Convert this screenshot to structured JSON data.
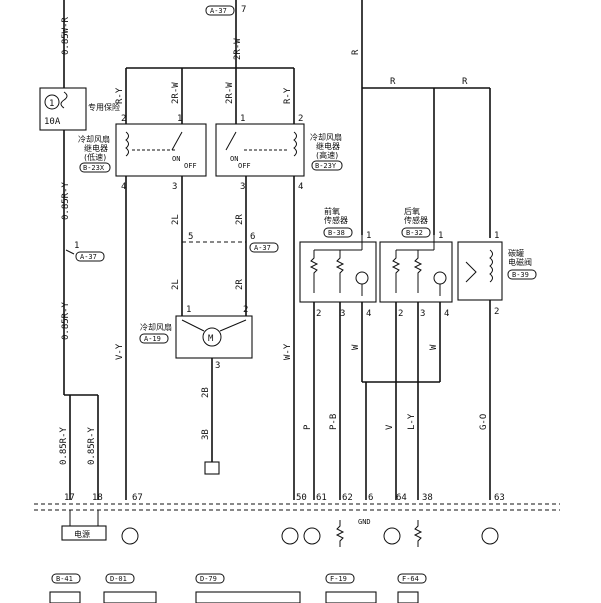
{
  "wires": {
    "w085wr": "0.85W-R",
    "w085ry_a": "0.85R-Y",
    "w085ry_b": "0.85R-Y",
    "w085ry_c": "0.85R-Y",
    "w085ry_d": "0.85R-Y",
    "w2rw_top": "2R-W",
    "ry_left": "R-Y",
    "w2rw_l": "2R-W",
    "w2rw_r": "2R-W",
    "ry_right": "R-Y",
    "r_a": "R",
    "r_b": "R",
    "r_c": "R",
    "w2l_a": "2L",
    "w2r_a": "2R",
    "w2l_b": "2L",
    "w2r_b": "2R",
    "vy": "V-Y",
    "wy": "W-Y",
    "w2b": "2B",
    "w3b": "3B",
    "p": "P",
    "pb": "P-B",
    "w_a": "W",
    "v": "V",
    "ly": "L-Y",
    "w_b": "W",
    "go": "G-O"
  },
  "connectors": {
    "a37_top": "A-37",
    "a37_left": "A-37",
    "a37_mid": "A-37",
    "b23x": "B-23X",
    "b23y": "B-23Y",
    "b38": "B-38",
    "b32": "B-32",
    "b39": "B-39",
    "a19": "A-19",
    "b41": "B-41",
    "d01": "D-01",
    "d79": "D-79",
    "f19": "F-19",
    "f64": "F-64"
  },
  "components": {
    "fuse_num": "1",
    "fuse_amp": "10A",
    "fuse_label": "专用保险",
    "relay_low": [
      "冷却风扇",
      "继电器",
      "(低速)"
    ],
    "relay_high": [
      "冷却风扇",
      "继电器",
      "(高速)"
    ],
    "front_o2": [
      "前氧",
      "传感器"
    ],
    "rear_o2": [
      "后氧",
      "传感器"
    ],
    "canister": [
      "碳罐",
      "电磁阀"
    ],
    "fan_motor": "冷却风扇",
    "motor_letter": "M",
    "on_l": "ON",
    "off_l": "OFF",
    "on_r": "ON",
    "off_r": "OFF",
    "power": "电源",
    "gnd": "GND"
  },
  "pins": {
    "p7": "7",
    "p1_a37": "1",
    "p5": "5",
    "p6": "6",
    "r1p2": "2",
    "r1p1": "1",
    "r1p4": "4",
    "r1p3": "3",
    "r2p1": "1",
    "r2p2": "2",
    "r2p3": "3",
    "r2p4": "4",
    "fp1": "1",
    "fp2": "2",
    "fp3": "3",
    "fp4": "4",
    "rp1": "1",
    "rp2": "2",
    "rp3": "3",
    "rp4": "4",
    "cp1": "1",
    "cp2": "2",
    "m1": "1",
    "m2": "2",
    "m3": "3",
    "e17": "17",
    "e18": "18",
    "e67": "67",
    "e50": "50",
    "e61": "61",
    "e62": "62",
    "e6": "6",
    "e64": "64",
    "e38": "38",
    "e63": "63"
  }
}
